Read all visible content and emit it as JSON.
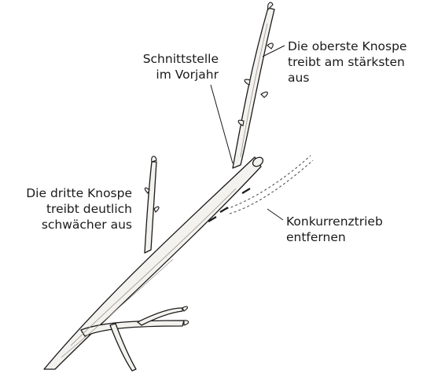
{
  "labels": {
    "cut_point": {
      "line1": "Schnittstelle",
      "line2": "im Vorjahr"
    },
    "top_bud": {
      "line1": "Die oberste Knospe",
      "line2": "treibt am stärksten",
      "line3": "aus"
    },
    "third_bud": {
      "line1": "Die dritte Knospe",
      "line2": "treibt deutlich",
      "line3": "schwächer aus"
    },
    "competitor": {
      "line1": "Konkurrenztrieb",
      "line2": "entfernen"
    }
  },
  "colors": {
    "ink": "#1a1a1a",
    "branch_fill": "#f4f2ee",
    "shade": "#9a9690",
    "removed": "#555555"
  }
}
